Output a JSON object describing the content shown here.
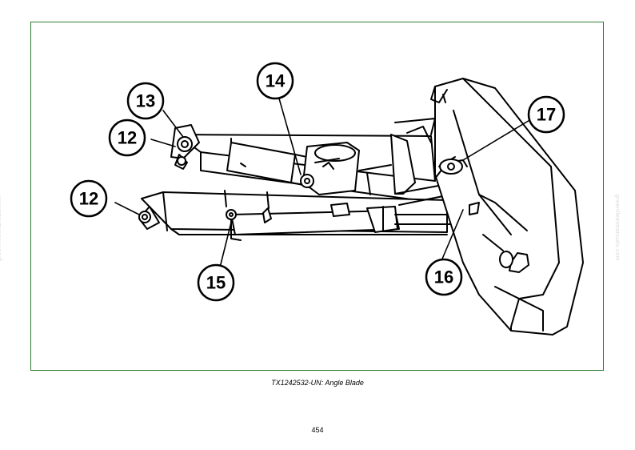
{
  "figure": {
    "caption": "TX1242532-UN: Angle Blade",
    "callouts": [
      {
        "id": "13",
        "label": "13"
      },
      {
        "id": "12-upper",
        "label": "12"
      },
      {
        "id": "14",
        "label": "14"
      },
      {
        "id": "12-lower",
        "label": "12"
      },
      {
        "id": "15",
        "label": "15"
      },
      {
        "id": "17",
        "label": "17"
      },
      {
        "id": "16",
        "label": "16"
      }
    ]
  },
  "page": {
    "number": "454"
  },
  "watermark": {
    "text": "greenfleetmanuals.com"
  },
  "colors": {
    "frame": "#2e7d32",
    "ink": "#000000"
  }
}
